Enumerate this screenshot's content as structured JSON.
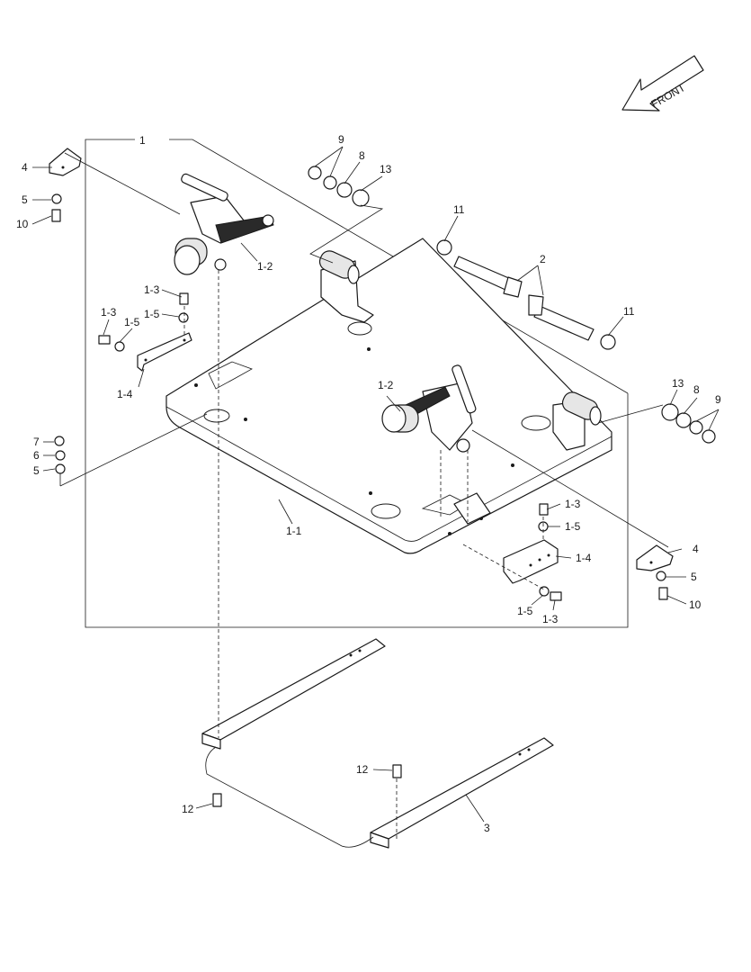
{
  "diagram": {
    "front_label": "FRONT",
    "callouts": [
      {
        "id": "c1",
        "text": "1"
      },
      {
        "id": "c1-1",
        "text": "1-1"
      },
      {
        "id": "c1-2a",
        "text": "1-2"
      },
      {
        "id": "c1-2b",
        "text": "1-2"
      },
      {
        "id": "c1-3a",
        "text": "1-3"
      },
      {
        "id": "c1-3b",
        "text": "1-3"
      },
      {
        "id": "c1-3c",
        "text": "1-3"
      },
      {
        "id": "c1-3d",
        "text": "1-3"
      },
      {
        "id": "c1-4a",
        "text": "1-4"
      },
      {
        "id": "c1-4b",
        "text": "1-4"
      },
      {
        "id": "c1-5a",
        "text": "1-5"
      },
      {
        "id": "c1-5b",
        "text": "1-5"
      },
      {
        "id": "c1-5c",
        "text": "1-5"
      },
      {
        "id": "c1-5d",
        "text": "1-5"
      },
      {
        "id": "c2",
        "text": "2"
      },
      {
        "id": "c3",
        "text": "3"
      },
      {
        "id": "c4a",
        "text": "4"
      },
      {
        "id": "c4b",
        "text": "4"
      },
      {
        "id": "c5a",
        "text": "5"
      },
      {
        "id": "c5b",
        "text": "5"
      },
      {
        "id": "c5c",
        "text": "5"
      },
      {
        "id": "c6",
        "text": "6"
      },
      {
        "id": "c7",
        "text": "7"
      },
      {
        "id": "c8a",
        "text": "8"
      },
      {
        "id": "c8b",
        "text": "8"
      },
      {
        "id": "c9a",
        "text": "9"
      },
      {
        "id": "c9b",
        "text": "9"
      },
      {
        "id": "c10a",
        "text": "10"
      },
      {
        "id": "c10b",
        "text": "10"
      },
      {
        "id": "c11a",
        "text": "11"
      },
      {
        "id": "c11b",
        "text": "11"
      },
      {
        "id": "c12a",
        "text": "12"
      },
      {
        "id": "c12b",
        "text": "12"
      },
      {
        "id": "c13a",
        "text": "13"
      },
      {
        "id": "c13b",
        "text": "13"
      }
    ]
  }
}
